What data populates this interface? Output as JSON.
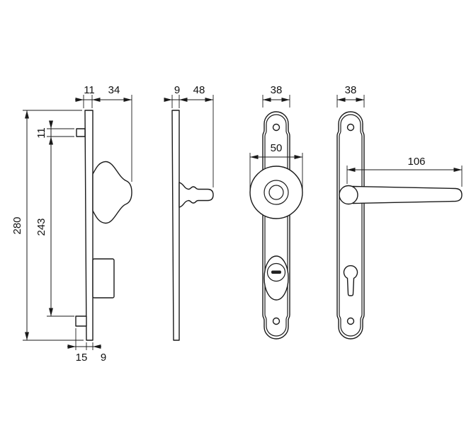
{
  "drawing": {
    "type": "door-fitting-dimension-drawing",
    "colors": {
      "line": "#1a1a1a",
      "background": "#ffffff",
      "slot_fill": "#222222"
    },
    "views": {
      "knob_side": {
        "plate_thickness": "11",
        "knob_depth": "34",
        "total_height": "280",
        "pin_offset": "11",
        "inner_height": "243",
        "bottom_offset": "15",
        "bottom_plate_thickness": "9"
      },
      "lever_side": {
        "plate_thickness": "9",
        "handle_depth": "48"
      },
      "knob_front": {
        "plate_width": "38",
        "knob_diameter": "50"
      },
      "lever_front": {
        "plate_width": "38",
        "handle_length": "106"
      }
    }
  }
}
